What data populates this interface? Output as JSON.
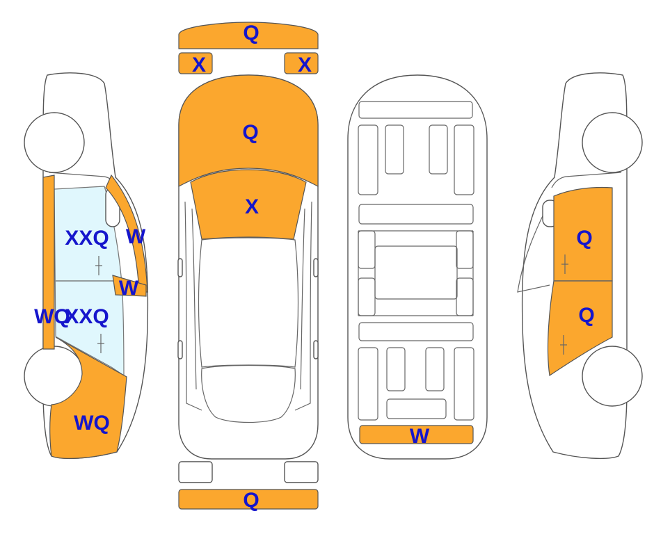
{
  "colors": {
    "damage_fill": "#FBA72E",
    "label": "#1515CC",
    "glass": "#E0F7FD",
    "outline": "#555555",
    "background": "#FFFFFF"
  },
  "labels": {
    "front_bumper": "Q",
    "left_headlight": "X",
    "right_headlight": "X",
    "hood": "Q",
    "windshield": "X",
    "left_front_door": "XXQ",
    "left_a_pillar": "W",
    "left_mirror": "W",
    "left_rear_door": "XXQ",
    "left_rocker": "WQ",
    "left_rear_fender": "WQ",
    "trunk_crossmember": "W",
    "right_front_door": "Q",
    "right_rear_door": "Q",
    "rear_bumper": "Q"
  }
}
